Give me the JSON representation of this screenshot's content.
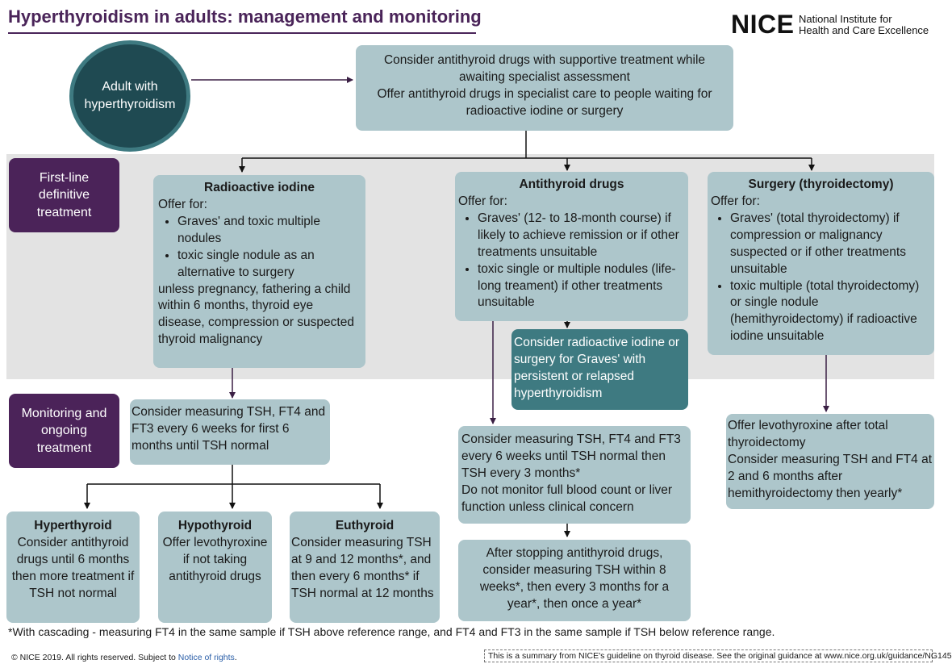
{
  "title": "Hyperthyroidism in adults: management and monitoring",
  "logo": {
    "mark": "NICE",
    "line1": "National Institute for",
    "line2": "Health and Care Excellence"
  },
  "start_node": "Adult with hyperthyroidism",
  "initial_box": {
    "line1": "Consider antithyroid drugs with supportive treatment while awaiting specialist assessment",
    "line2": "Offer antithyroid drugs in specialist care to people waiting for radioactive iodine or surgery"
  },
  "first_line_label": "First-line definitive treatment",
  "monitoring_label": "Monitoring and ongoing treatment",
  "radioactive_iodine": {
    "heading": "Radioactive iodine",
    "offer": "Offer for:",
    "bullets": [
      "Graves' and toxic multiple nodules",
      "toxic single nodule as an alternative to surgery"
    ],
    "tail": "unless pregnancy, fathering a child within 6 months, thyroid eye disease, compression or suspected thyroid malignancy"
  },
  "antithyroid_drugs": {
    "heading": "Antithyroid drugs",
    "offer": "Offer for:",
    "bullets": [
      "Graves' (12- to 18-month course) if likely to achieve remission or if other treatments unsuitable",
      "toxic single or multiple nodules (life-long treament) if other treatments unsuitable"
    ]
  },
  "surgery": {
    "heading": "Surgery (thyroidectomy)",
    "offer": "Offer for:",
    "bullets": [
      "Graves' (total thyroidectomy) if compression or malignancy suspected or if other treatments unsuitable",
      "toxic multiple (total thyroidectomy) or single nodule (hemithyroidectomy) if radioactive iodine unsuitable"
    ]
  },
  "consider_radio_or_surgery": "Consider radioactive iodine or surgery for Graves' with  persistent or relapsed hyperthyroidism",
  "ri_monitoring": "Consider measuring TSH, FT4 and FT3 every 6 weeks for first 6 months until TSH normal",
  "hyperthyroid": {
    "heading": "Hyperthyroid",
    "body": "Consider antithyroid drugs until 6 months then more treatment if TSH not normal"
  },
  "hypothyroid": {
    "heading": "Hypothyroid",
    "body": "Offer levothyroxine if not taking antithyroid drugs"
  },
  "euthyroid": {
    "heading": "Euthyroid",
    "body": "Consider measuring TSH at 9 and 12 months*, and then every 6 months* if  TSH normal at 12 months"
  },
  "atd_monitoring": {
    "line1": "Consider measuring TSH, FT4 and FT3 every 6 weeks until TSH normal then TSH every 3 months*",
    "line2": "Do not monitor full blood count or liver function unless clinical concern"
  },
  "after_stopping": "After stopping antithyroid drugs, consider measuring TSH within 8 weeks*, then every 3 months for a year*, then once a year*",
  "surgery_monitoring": {
    "line1": "Offer levothyroxine after total thyroidectomy",
    "line2": "Consider measuring TSH and FT4 at 2 and 6 months after hemithyroidectomy then yearly*"
  },
  "footnote": "*With cascading - measuring FT4 in the same sample if TSH above reference range, and FT4 and FT3 in the same sample if TSH below reference range.",
  "copyright": "© NICE 2019. All rights reserved. Subject to",
  "notice_link": "Notice of rights",
  "summary_note": "This is a summary from NICE's guideline on thyroid disease. See the original guidance at www.nice.org.uk/guidance/NG145",
  "colors": {
    "title": "#4a2459",
    "box_fill": "#adc6cb",
    "dark_box": "#3e7a81",
    "purple_label": "#4b2359",
    "band": "#e3e3e3",
    "circle": "#1f4a52"
  }
}
